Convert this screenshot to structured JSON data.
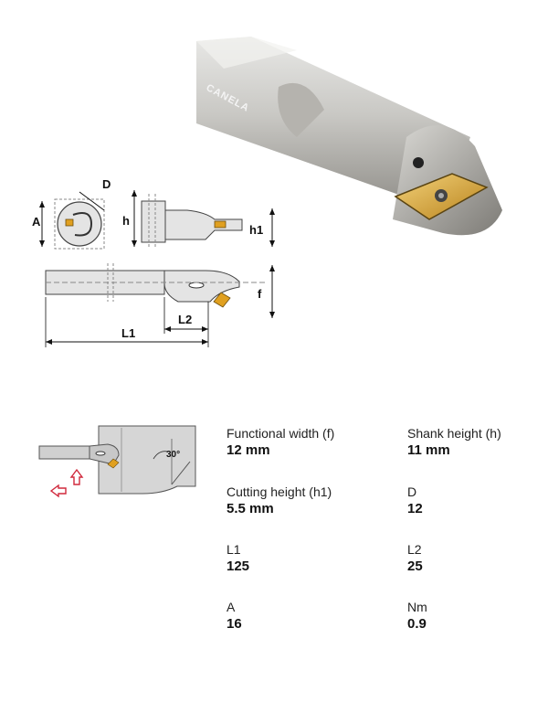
{
  "photo": {
    "brand_text": "CANELA",
    "icon": "boring-bar-photo-icon"
  },
  "drawing": {
    "labels": {
      "A": "A",
      "D": "D",
      "h": "h",
      "h1": "h1",
      "f": "f",
      "L1": "L1",
      "L2": "L2"
    }
  },
  "mini": {
    "angle_label": "30°",
    "icon": "boring-operation-icon",
    "arrow_icon": "direction-arrows-icon"
  },
  "specs": [
    {
      "label": "Functional width (f)",
      "value": "12 mm"
    },
    {
      "label": "Shank height (h)",
      "value": "11 mm"
    },
    {
      "label": "Cutting height (h1)",
      "value": "5.5 mm"
    },
    {
      "label": "D",
      "value": "12"
    },
    {
      "label": "L1",
      "value": "125"
    },
    {
      "label": "L2",
      "value": "25"
    },
    {
      "label": "A",
      "value": "16"
    },
    {
      "label": "Nm",
      "value": "0.9"
    }
  ],
  "colors": {
    "insert": "#e0a020",
    "arrow": "#d0283c",
    "steel": "#9a9a9a"
  }
}
